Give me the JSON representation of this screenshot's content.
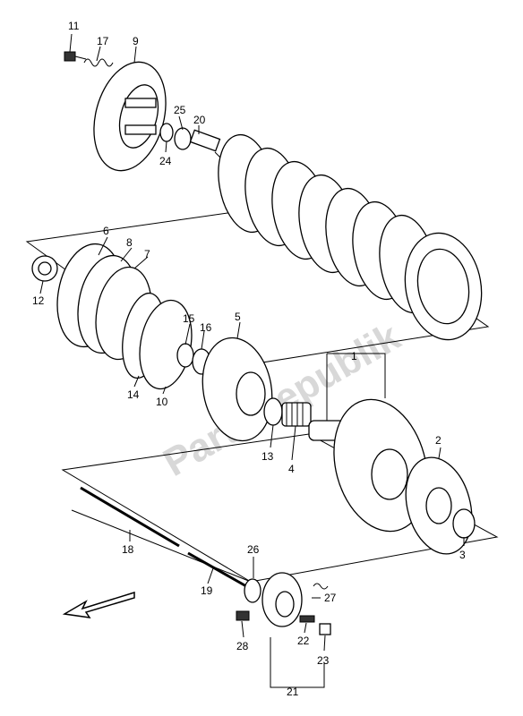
{
  "watermark": "PartsRepublik",
  "labels": {
    "p1": "1",
    "p2": "2",
    "p3": "3",
    "p4": "4",
    "p5": "5",
    "p6": "6",
    "p7": "7",
    "p8": "8",
    "p9": "9",
    "p10": "10",
    "p11": "11",
    "p12": "12",
    "p13": "13",
    "p14": "14",
    "p15": "15",
    "p16": "16",
    "p17": "17",
    "p18": "18",
    "p19": "19",
    "p20": "20",
    "p21": "21",
    "p22": "22",
    "p23": "23",
    "p24": "24",
    "p25": "25",
    "p26": "26",
    "p27": "27",
    "p28": "28"
  }
}
